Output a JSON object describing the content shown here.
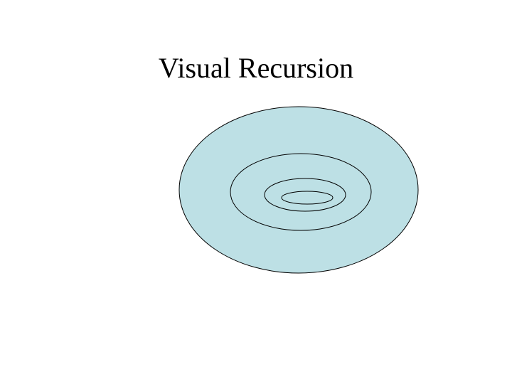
{
  "slide": {
    "title": "Visual Recursion"
  },
  "diagram": {
    "shape": "nested-ellipses",
    "ellipse_count": 4,
    "fill_color": "#bde0e5",
    "stroke_color": "#000000"
  }
}
